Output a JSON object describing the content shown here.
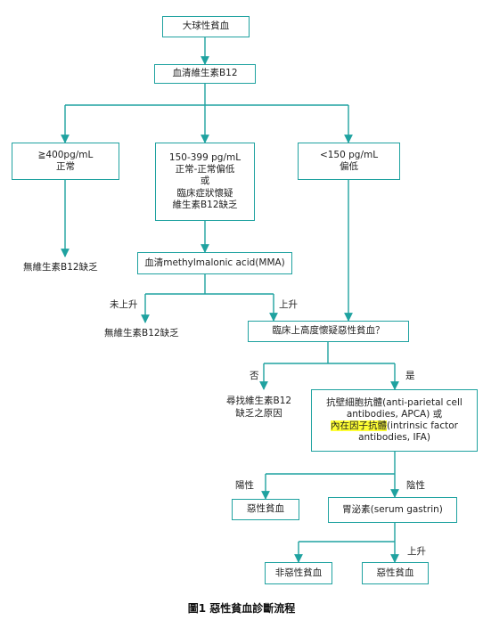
{
  "nodes": {
    "start": "大球性貧血",
    "b12": "血清維生素B12",
    "high": [
      "≧400pg/mL",
      "正常"
    ],
    "mid": [
      "150-399 pg/mL",
      "正常-正常偏低",
      "或",
      "臨床症狀懷疑",
      "維生素B12缺乏"
    ],
    "low": [
      "<150 pg/mL",
      "偏低"
    ],
    "mma": "血清methylmalonic acid(MMA)",
    "suspect": "臨床上高度懷疑惡性貧血？",
    "antibody": {
      "line1": "抗壁細胞抗體(anti-parietal cell",
      "line2": "antibodies, APCA) 或",
      "line3_highlight": "內在因子抗體",
      "line3_rest": "(intrinsic factor",
      "line4": "antibodies, IFA)"
    },
    "pa1": "惡性貧血",
    "gastrin": "胃泌素(serum gastrin)",
    "npa": "非惡性貧血",
    "pa2": "惡性貧血"
  },
  "labels": {
    "no_b12_def_1": "無維生素B12缺乏",
    "not_raised": "未上升",
    "raised_mma": "上升",
    "no_b12_def_2": "無維生素B12缺乏",
    "no": "否",
    "yes": "是",
    "find_cause": [
      "尋找維生素B12",
      "缺乏之原因"
    ],
    "positive": "陽性",
    "negative": "陰性",
    "raised_gastrin": "上升"
  },
  "caption": "圖1 惡性貧血診斷流程",
  "colors": {
    "border": "#1fa2a0",
    "arrow": "#1fa2a0",
    "highlight": "#ffff33"
  }
}
